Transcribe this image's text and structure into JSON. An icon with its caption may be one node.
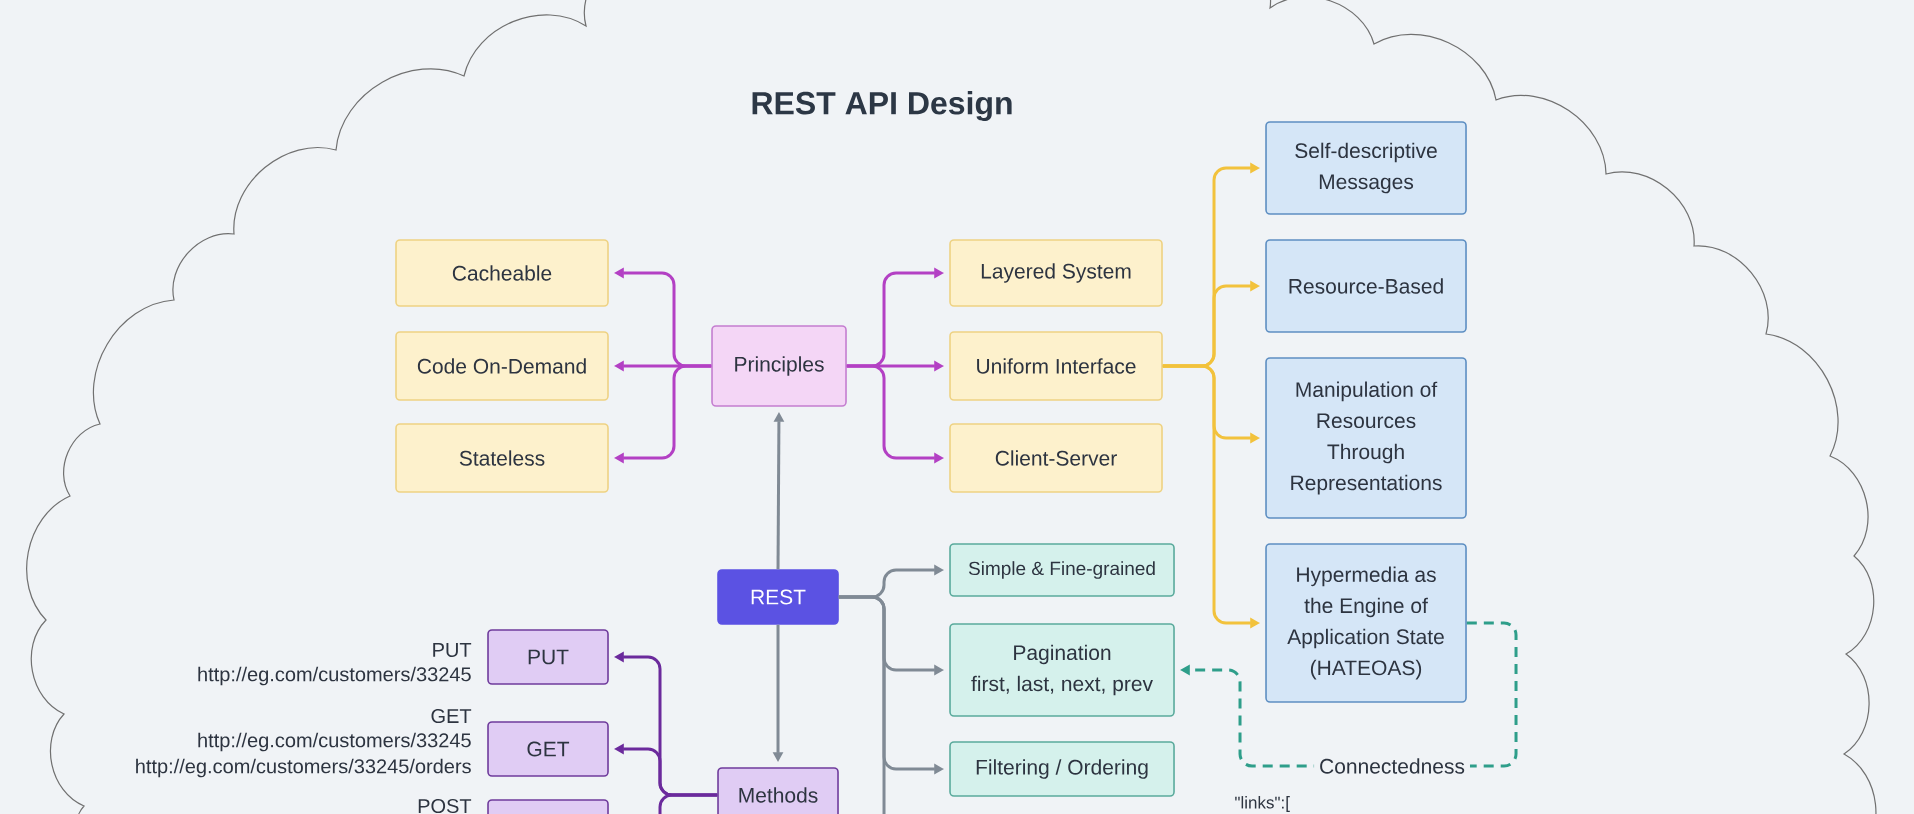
{
  "diagram": {
    "title": "REST API Design",
    "nodes": [
      {
        "text": [
          "Cacheable"
        ]
      },
      {
        "text": [
          "Code On-Demand"
        ]
      },
      {
        "text": [
          "Stateless"
        ]
      },
      {
        "text": [
          "Principles"
        ]
      },
      {
        "text": [
          "Layered System"
        ]
      },
      {
        "text": [
          "Uniform Interface"
        ]
      },
      {
        "text": [
          "Client-Server"
        ]
      },
      {
        "text": [
          "Self-descriptive Messages"
        ]
      },
      {
        "text": [
          "Resource-Based"
        ]
      },
      {
        "text": [
          "Manipulation of Resources Through Representations"
        ]
      },
      {
        "text": [
          "Hypermedia as the Engine of Application State (HATEOAS)"
        ]
      },
      {
        "text": [
          "REST"
        ]
      },
      {
        "text": [
          "Simple & Fine-grained"
        ]
      },
      {
        "text": [
          "Pagination",
          "first, last, next, prev"
        ]
      },
      {
        "text": [
          "Filtering / Ordering"
        ]
      },
      {
        "text": [
          "PUT"
        ],
        "beside": [
          "PUT",
          "http://eg.com/customers/33245"
        ]
      },
      {
        "text": [
          "GET"
        ],
        "beside": [
          "GET",
          "http://eg.com/customers/33245",
          "http://eg.com/customers/33245/orders"
        ]
      },
      {
        "text": [
          "Methods"
        ]
      },
      {
        "text": [],
        "shape": "box",
        "beside": [
          "POST"
        ]
      }
    ],
    "edges": [
      {
        "from": 3,
        "to": 0,
        "arrow": "to",
        "color": "#b340c4"
      },
      {
        "from": 3,
        "to": 1,
        "arrow": "to",
        "color": "#b340c4"
      },
      {
        "from": 3,
        "to": 2,
        "arrow": "to",
        "color": "#b340c4"
      },
      {
        "from": 3,
        "to": 4,
        "arrow": "to",
        "color": "#b340c4"
      },
      {
        "from": 3,
        "to": 5,
        "arrow": "to",
        "color": "#b340c4"
      },
      {
        "from": 3,
        "to": 6,
        "arrow": "to",
        "color": "#b340c4"
      },
      {
        "from": 11,
        "to": 3,
        "arrow": "to"
      },
      {
        "from": 5,
        "to": 7,
        "arrow": "to",
        "color": "#f2c23c"
      },
      {
        "from": 5,
        "to": 8,
        "arrow": "to",
        "color": "#f2c23c"
      },
      {
        "from": 5,
        "to": 9,
        "arrow": "to",
        "color": "#f2c23c"
      },
      {
        "from": 5,
        "to": 10,
        "arrow": "to",
        "color": "#f2c23c"
      },
      {
        "from": 11,
        "to": 12,
        "arrow": "to"
      },
      {
        "from": 11,
        "to": 13,
        "arrow": "to"
      },
      {
        "from": 11,
        "to": 14,
        "arrow": "to"
      },
      {
        "from": 11,
        "to": null,
        "arrow": "none"
      },
      {
        "from": 10,
        "to": 13,
        "arrow": "to",
        "label": "Connectedness",
        "style": "dashed",
        "color": "#2e9e8a"
      },
      {
        "from": 11,
        "to": 17,
        "arrow": "to"
      },
      {
        "from": 17,
        "to": 15,
        "arrow": "to",
        "color": "#6b2a9c"
      },
      {
        "from": 17,
        "to": 16,
        "arrow": "to",
        "color": "#6b2a9c"
      },
      {
        "from": 17,
        "to": null,
        "arrow": "none",
        "color": "#6b2a9c"
      }
    ],
    "labels": [
      "\"links\":["
    ]
  }
}
